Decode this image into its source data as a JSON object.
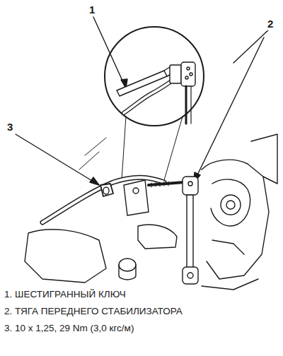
{
  "diagram": {
    "labels": [
      "1",
      "2",
      "3",
      "1. ШЕСТИГРАННЫЙ КЛЮЧ",
      "2. ТЯГА ПЕРЕДНЕГО СТАБИЛИЗАТОРА",
      "3. 10 x 1,25, 29 Nm (3,0 кгс/м)"
    ]
  }
}
